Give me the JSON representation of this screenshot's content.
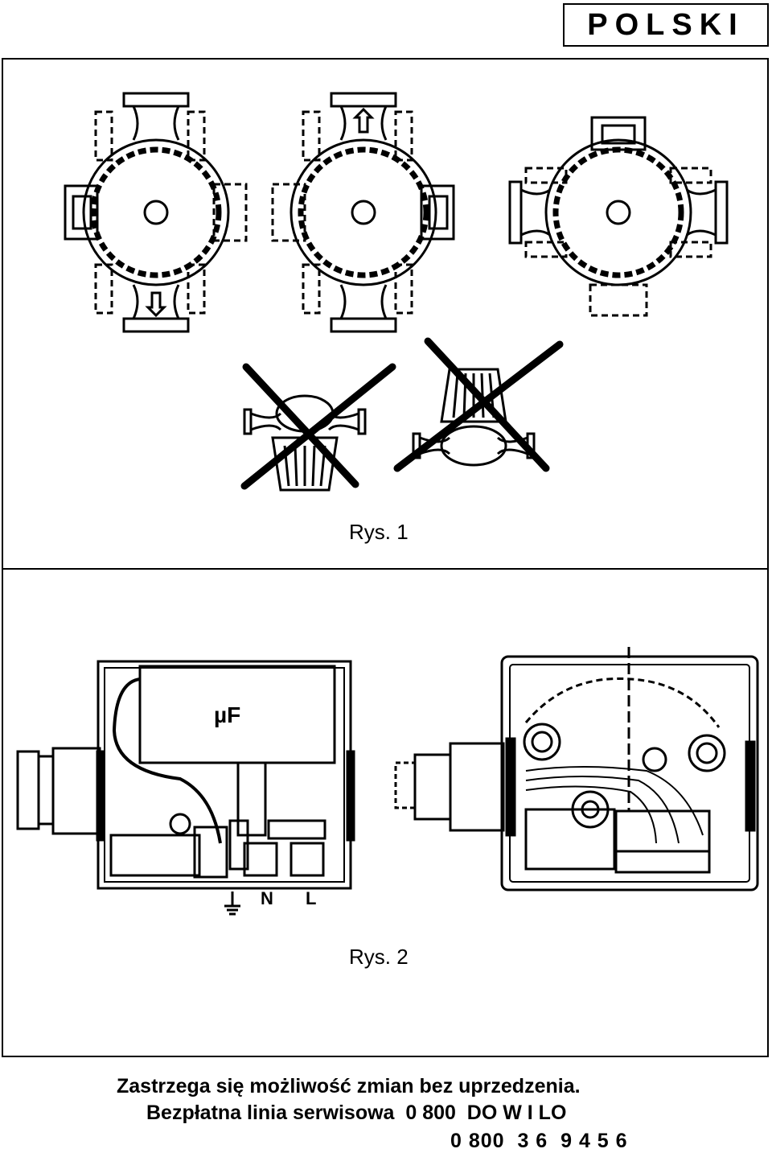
{
  "header": {
    "language": "POLSKI"
  },
  "figures": [
    {
      "caption": "Rys. 1"
    },
    {
      "caption": "Rys. 2",
      "labels": {
        "capacitor": "µF",
        "neutral": "N",
        "live": "L"
      }
    }
  ],
  "footer": {
    "notice": "Zastrzega się możliwość zmian bez uprzedzenia.",
    "hotline_label": "Bezpłatna linia serwisowa",
    "hotline_number_words": "0 800  DO W I LO",
    "hotline_number_digits": "0 800  3 6  9 4 5 6"
  }
}
